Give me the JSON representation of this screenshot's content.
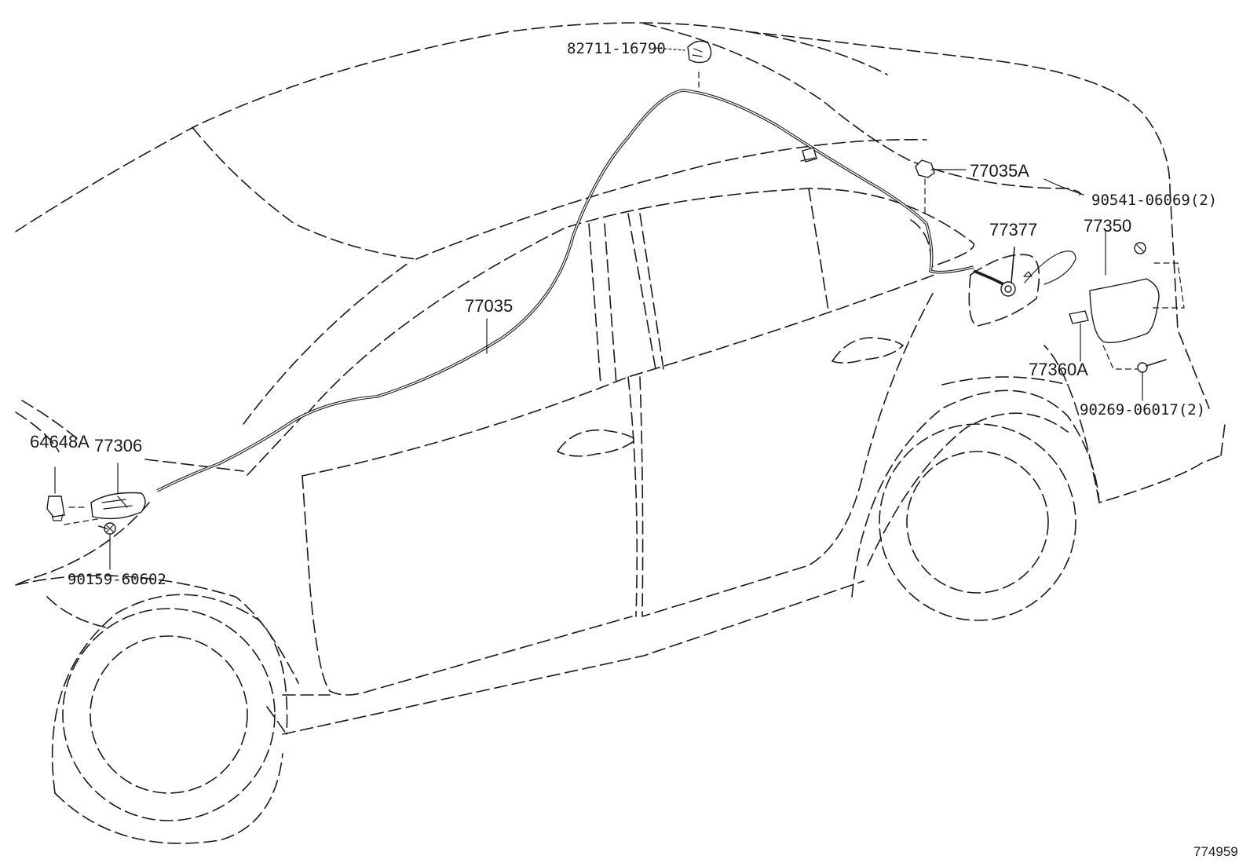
{
  "labels": {
    "p82711": "82711-16790",
    "p77035A": "77035A",
    "p90541": "90541-06069(2)",
    "p77377": "77377",
    "p77350": "77350",
    "p77035": "77035",
    "p77360A": "77360A",
    "p90269": "90269-06017(2)",
    "p64648A": "64648A",
    "p77306": "77306",
    "p90159": "90159-60602"
  },
  "catalog_number": "774959"
}
